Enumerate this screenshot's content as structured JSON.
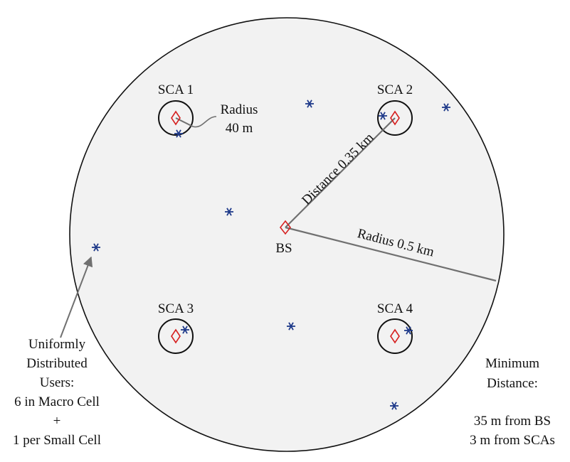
{
  "colors": {
    "cell_fill": "#f2f2f2",
    "outline": "#111111",
    "connector": "#707070",
    "station_marker": "#d62020",
    "user_marker": "#1f3a8a"
  },
  "base_station": {
    "label": "BS",
    "marker": "diamond"
  },
  "small_cells": [
    {
      "label": "SCA 1",
      "marker": "diamond"
    },
    {
      "label": "SCA 2",
      "marker": "diamond"
    },
    {
      "label": "SCA 3",
      "marker": "diamond"
    },
    {
      "label": "SCA 4",
      "marker": "diamond"
    }
  ],
  "user_marker": "asterisk",
  "annotations": {
    "small_cell_radius": [
      "Radius",
      "40 m"
    ],
    "sca_distance": "Distance 0.35 km",
    "macro_radius": "Radius 0.5 km",
    "users_note": [
      "Uniformly",
      "Distributed",
      "Users:",
      "6 in Macro Cell",
      "+",
      "1 per Small Cell"
    ],
    "min_distance_note": [
      "Minimum",
      "Distance:",
      "",
      "35 m from BS",
      "3 m from SCAs"
    ]
  }
}
